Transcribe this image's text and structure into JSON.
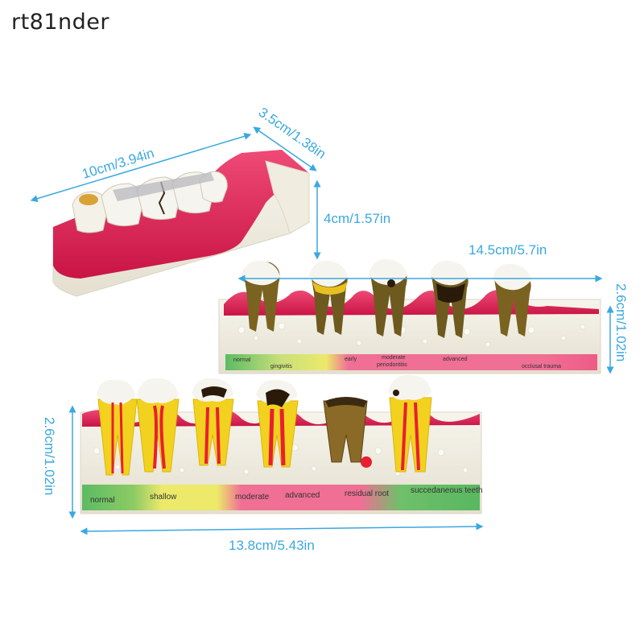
{
  "watermark": "rt81nder",
  "dimensions": {
    "model1_length": "10cm/3.94in",
    "model1_width": "3.5cm/1.38in",
    "model1_height": "4cm/1.57in",
    "model2_length": "14.5cm/5.7in",
    "model2_height": "2.6cm/1.02in",
    "model3_height": "2.6cm/1.02in",
    "model3_length": "13.8cm/5.43in"
  },
  "periodontal_stages": [
    "normal",
    "gingivitis",
    "early",
    "moderate",
    "periodontitis",
    "advanced",
    "occlusal trauma"
  ],
  "caries_stages": [
    "normal",
    "shallow",
    "moderate",
    "advanced",
    "residual root",
    "succedaneous teeth"
  ],
  "colors": {
    "dimension": "#3aa8e0",
    "gum": "#d8204f",
    "base": "#f2efe4",
    "green": "#58b760",
    "yellow": "#e9e96a",
    "pink": "#ee5b86",
    "pulp": "#e81f30",
    "dentin": "#f2d21e"
  }
}
